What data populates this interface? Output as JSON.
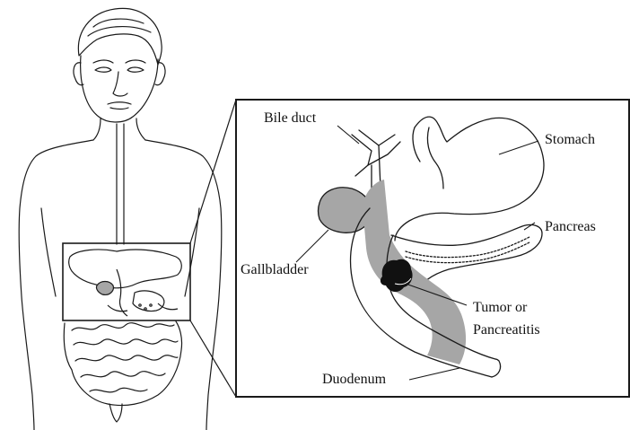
{
  "labels": {
    "bile_duct": "Bile duct",
    "stomach": "Stomach",
    "pancreas": "Pancreas",
    "gallbladder": "Gallbladder",
    "tumor_line1": "Tumor or",
    "tumor_line2": "Pancreatitis",
    "duodenum": "Duodenum"
  },
  "colors": {
    "outline": "#1a1a1a",
    "duodenum_fill": "#a6a6a6",
    "gallbladder_fill": "#a6a6a6",
    "tumor_fill": "#111111",
    "background": "#ffffff"
  }
}
